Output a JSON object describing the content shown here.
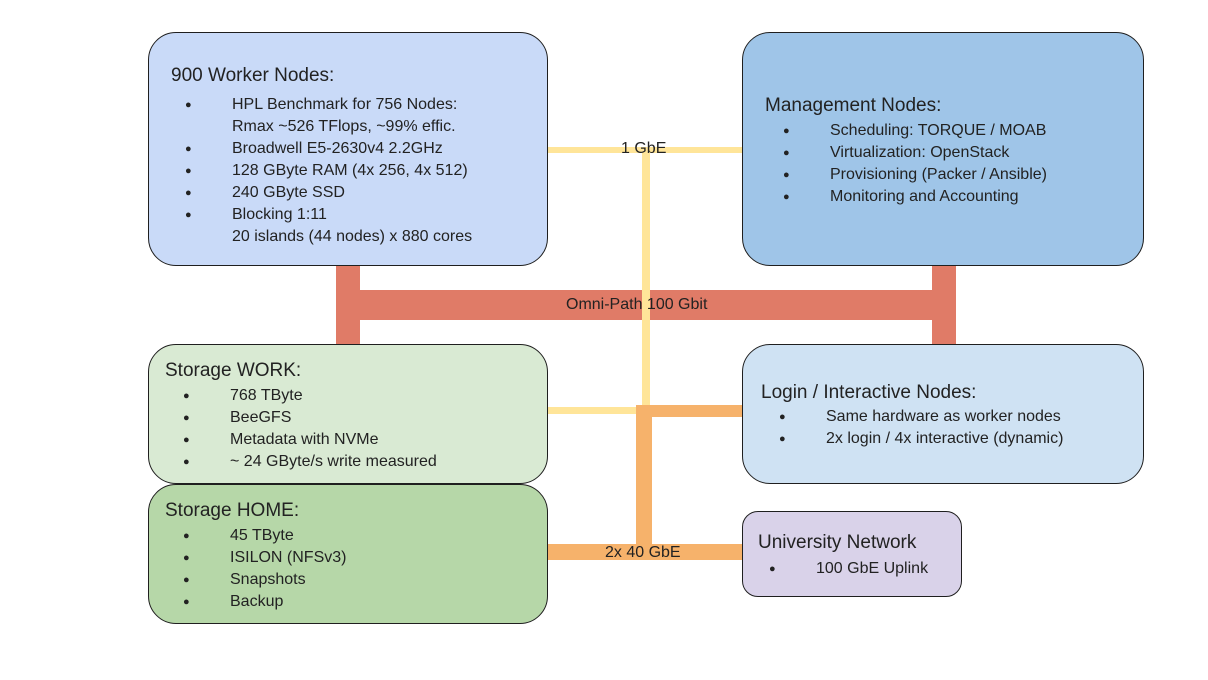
{
  "colors": {
    "omnipath": "#e07b67",
    "gbe": "#ffe599",
    "gbe40": "#f6b26b"
  },
  "links": {
    "gbe1": "1 GbE",
    "omnipath": "Omni-Path 100 Gbit",
    "gbe40": "2x 40 GbE"
  },
  "worker": {
    "title": "900 Worker Nodes:",
    "items": [
      [
        "HPL Benchmark for 756 Nodes:",
        "Rmax ~526 TFlops, ~99% effic."
      ],
      [
        "Broadwell E5-2630v4 2.2GHz"
      ],
      [
        "128 GByte RAM (4x 256, 4x 512)"
      ],
      [
        "240 GByte SSD"
      ],
      [
        "Blocking 1:11",
        "20 islands (44 nodes) x 880 cores"
      ]
    ]
  },
  "management": {
    "title": "Management Nodes:",
    "items": [
      "Scheduling: TORQUE / MOAB",
      "Virtualization: OpenStack",
      "Provisioning (Packer / Ansible)",
      "Monitoring and Accounting"
    ]
  },
  "storage_work": {
    "title": "Storage WORK:",
    "items": [
      "768 TByte",
      "BeeGFS",
      "Metadata with NVMe",
      "~ 24 GByte/s write measured"
    ]
  },
  "login": {
    "title": "Login / Interactive Nodes:",
    "items": [
      "Same hardware as worker nodes",
      "2x login / 4x interactive (dynamic)"
    ]
  },
  "storage_home": {
    "title": "Storage HOME:",
    "items": [
      "45 TByte",
      "ISILON (NFSv3)",
      "Snapshots",
      "Backup"
    ]
  },
  "university": {
    "title": "University Network",
    "items": [
      "100 GbE Uplink"
    ]
  }
}
